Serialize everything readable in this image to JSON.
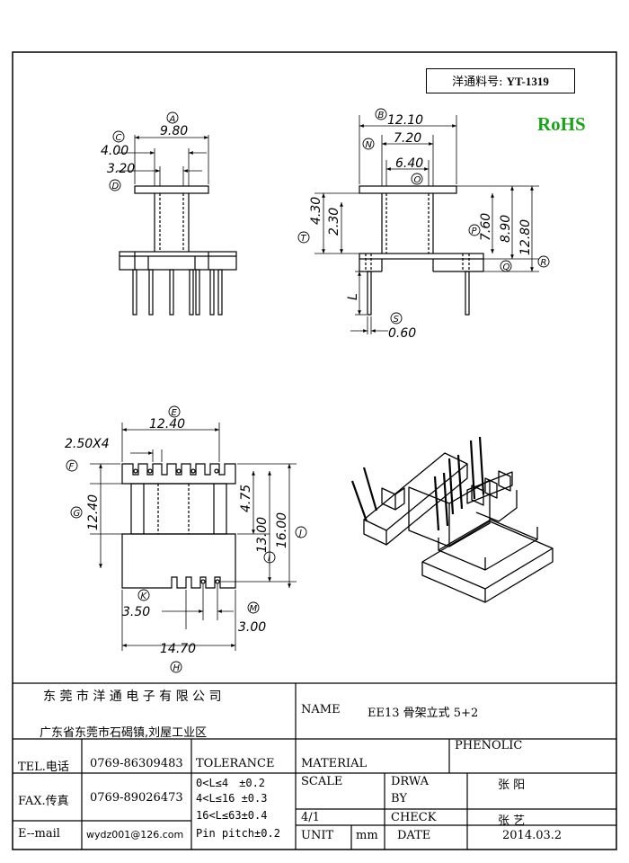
{
  "header": {
    "part_label": "洋通料号:",
    "part_number": "YT-1319",
    "rohs": "RoHS"
  },
  "dims_top_left": {
    "A": "A",
    "A_val": "9.80",
    "C": "C",
    "C_val": "4.00",
    "D": "D",
    "D_val": "3.20"
  },
  "dims_top_right": {
    "B": "B",
    "B_val": "12.10",
    "N": "N",
    "N_val": "7.20",
    "O": "O",
    "O_val": "6.40",
    "T": "T",
    "T_val": "4.30",
    "T2_val": "2.30",
    "P": "P",
    "P_val": "7.60",
    "Q": "Q",
    "Q_val": "8.90",
    "R": "R",
    "R_val": "12.80",
    "L": "L",
    "S": "S",
    "S_val": "0.60"
  },
  "dims_bottom_left": {
    "E": "E",
    "E_val": "12.40",
    "F": "F",
    "F_val": "2.50X4",
    "G": "G",
    "G_val": "12.40",
    "H": "H",
    "H_val": "14.70",
    "I": "I",
    "I_val": "13.00",
    "I2_val": "4.75",
    "J": "J",
    "J_val": "16.00",
    "K": "K",
    "K_val": "3.50",
    "M": "M",
    "M_val": "3.00"
  },
  "title_block": {
    "company": "东 莞 市 洋 通 电 子 有 限 公 司",
    "address": "广东省东莞市石碣镇,刘屋工业区",
    "name_label": "NAME",
    "name_value": "EE13 骨架立式 5+2",
    "tel_label": "TEL.电话",
    "tel_value": "0769-86309483",
    "fax_label": "FAX.传真",
    "fax_value": "0769-89026473",
    "email_label": "E--mail",
    "email_value": "wydz001@126.com",
    "tolerance_label": "TOLERANCE",
    "tol_1": "0<L≤4　±0.2",
    "tol_2": "4<L≤16 ±0.3",
    "tol_3": "16<L≤63±0.4",
    "tol_4": "Pin pitch±0.2",
    "material_label": "MATERIAL",
    "material_value": "PHENOLIC",
    "scale_label": "SCALE",
    "scale_value": "4/1",
    "drwa_label_1": "DRWA",
    "drwa_label_2": "BY",
    "drwa_value": "张 阳",
    "check_label": "CHECK",
    "check_value": "张 艺",
    "unit_label": "UNIT",
    "unit_value": "mm",
    "date_label": "DATE",
    "date_value": "2014.03.2"
  }
}
